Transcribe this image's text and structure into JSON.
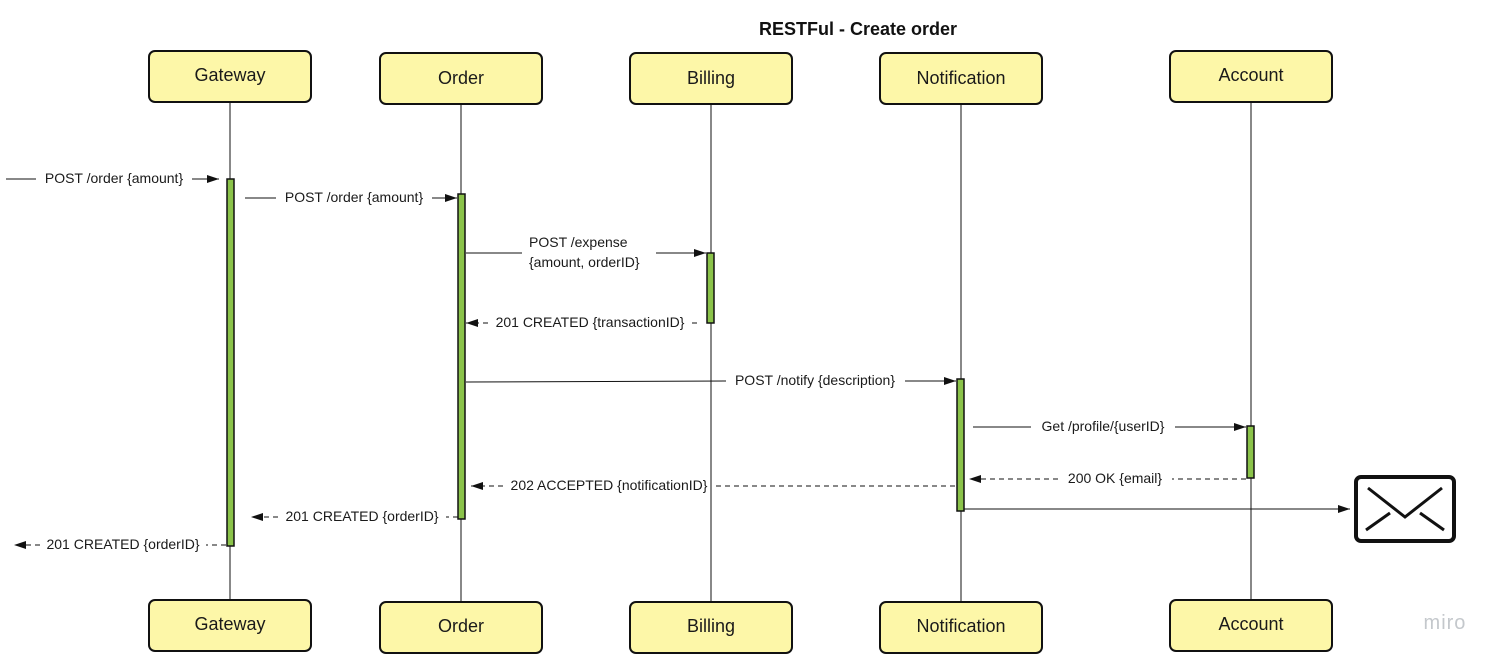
{
  "diagram": {
    "title": "RESTFul - Create order",
    "actors": [
      "Gateway",
      "Order",
      "Billing",
      "Notification",
      "Account"
    ],
    "messages": {
      "m1": "POST /order {amount}",
      "m2": "POST /order {amount}",
      "m3_line1": "POST /expense",
      "m3_line2": "{amount, orderID}",
      "m4": "201 CREATED {transactionID}",
      "m5": "POST /notify {description}",
      "m6": "Get /profile/{userID}",
      "m7": "200 OK {email}",
      "m8": "202 ACCEPTED {notificationID}",
      "m9": "201 CREATED {orderID}",
      "m10": "201 CREATED {orderID}"
    },
    "watermark": "miro"
  },
  "colors": {
    "actor_fill": "#fdf7a8",
    "activation_fill": "#8bc34a",
    "line": "#111111"
  }
}
